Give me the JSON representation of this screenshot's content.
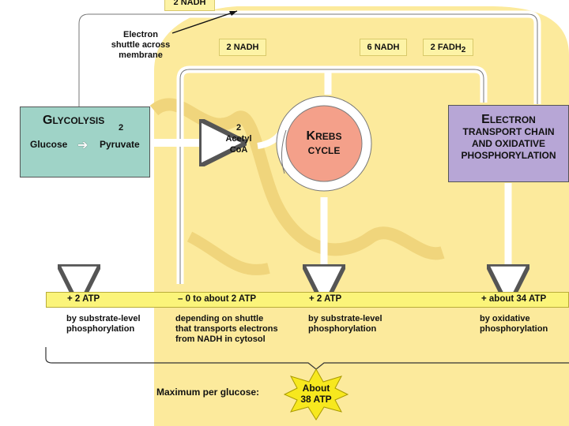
{
  "top_nadh": "2 NADH",
  "shuttle_label": [
    "Electron",
    "shuttle across",
    "membrane"
  ],
  "nadh_2": "2 NADH",
  "nadh_6": "6 NADH",
  "fadh": {
    "prefix": "2 FADH",
    "sub": "2"
  },
  "glycolysis": {
    "title_initial": "G",
    "title_rest": "LYCOLYSIS",
    "glucose": "Glucose",
    "pyruvate_count": "2",
    "pyruvate": "Pyruvate"
  },
  "acetyl": [
    "2",
    "Acetyl",
    "CoA"
  ],
  "krebs": {
    "title_initial": "K",
    "title_rest": "REBS",
    "line2": "CYCLE"
  },
  "etc": {
    "title_initial": "E",
    "title_rest": "LECTRON",
    "line2": "TRANSPORT CHAIN",
    "line3": "AND OXIDATIVE",
    "line4": "PHOSPHORYLATION"
  },
  "atp": [
    {
      "amount": "+ 2 ATP",
      "desc": [
        "by substrate-level",
        "phosphorylation"
      ]
    },
    {
      "amount": "– 0 to about 2 ATP",
      "desc": [
        "depending on shuttle",
        "that transports electrons",
        "from NADH in cytosol"
      ]
    },
    {
      "amount": "+ 2 ATP",
      "desc": [
        "by substrate-level",
        "phosphorylation"
      ]
    },
    {
      "amount": "+ about 34 ATP",
      "desc": [
        "by oxidative",
        "phosphorylation"
      ]
    }
  ],
  "max_label": "Maximum per glucose:",
  "total": [
    "About",
    "38 ATP"
  ],
  "colors": {
    "mito_fill": "#fcea9c",
    "glycolysis_fill": "#9fd3c7",
    "etc_fill": "#b7a6d6",
    "krebs_fill": "#f4a08a",
    "atp_bar": "#fbf47a",
    "star": "#f7e81e"
  }
}
